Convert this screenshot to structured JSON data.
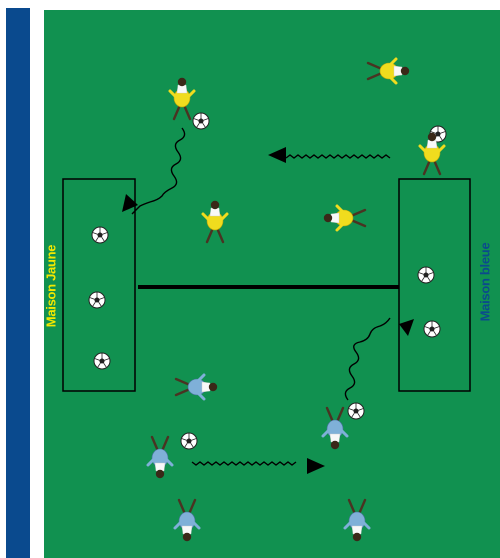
{
  "houses": {
    "yellow": {
      "label": "Maison Jaune",
      "color": "#f3e800"
    },
    "blue": {
      "label": "Maison bleue",
      "color": "#0b4a8c"
    }
  },
  "colors": {
    "pitch": "#119150",
    "stripe": "#0a4a8e",
    "player_yellow": "#f0dc1e",
    "player_blue": "#7fb0d8"
  },
  "players": [
    {
      "id": "yellow-1",
      "team": "yellow"
    },
    {
      "id": "yellow-2",
      "team": "yellow"
    },
    {
      "id": "yellow-3",
      "team": "yellow"
    },
    {
      "id": "yellow-4",
      "team": "yellow"
    },
    {
      "id": "yellow-5",
      "team": "yellow"
    },
    {
      "id": "blue-1",
      "team": "blue"
    },
    {
      "id": "blue-2",
      "team": "blue"
    },
    {
      "id": "blue-3",
      "team": "blue"
    },
    {
      "id": "blue-4",
      "team": "blue"
    },
    {
      "id": "blue-5",
      "team": "blue"
    }
  ],
  "balls_in_yellow_house": 3,
  "balls_in_blue_house": 2,
  "loose_balls": 4,
  "icons": [
    "soccer-ball-icon",
    "player-icon",
    "run-arrow-icon",
    "dribble-arrow-icon"
  ]
}
